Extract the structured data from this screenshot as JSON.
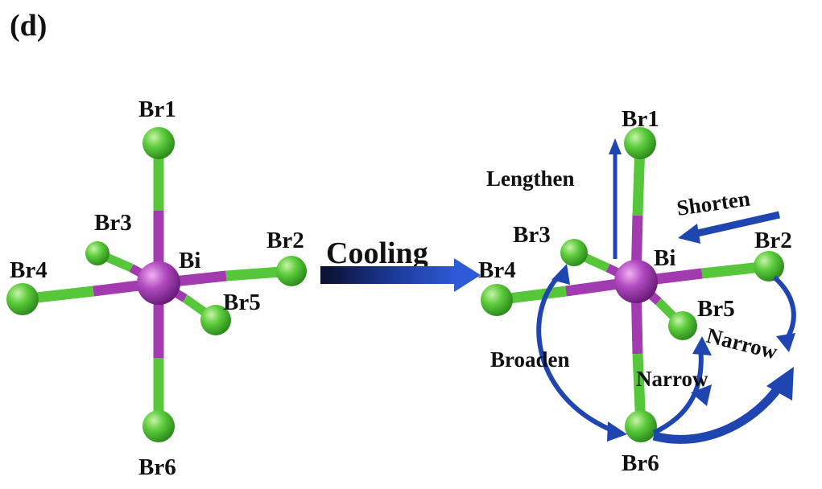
{
  "panel_label": "(d)",
  "process": "Cooling",
  "left": {
    "center": "Bi",
    "ligands": [
      "Br1",
      "Br2",
      "Br3",
      "Br4",
      "Br5",
      "Br6"
    ]
  },
  "right": {
    "center": "Bi",
    "ligands": [
      "Br1",
      "Br2",
      "Br3",
      "Br4",
      "Br5",
      "Br6"
    ],
    "annotations": {
      "lengthen": "Lengthen",
      "shorten": "Shorten",
      "broaden": "Broaden",
      "narrow_inner": "Narrow",
      "narrow_outer": "Narrow"
    }
  },
  "colors": {
    "bromine": "#56c63a",
    "bismuth": "#a23bb0",
    "arrow": "#1f46b0"
  }
}
